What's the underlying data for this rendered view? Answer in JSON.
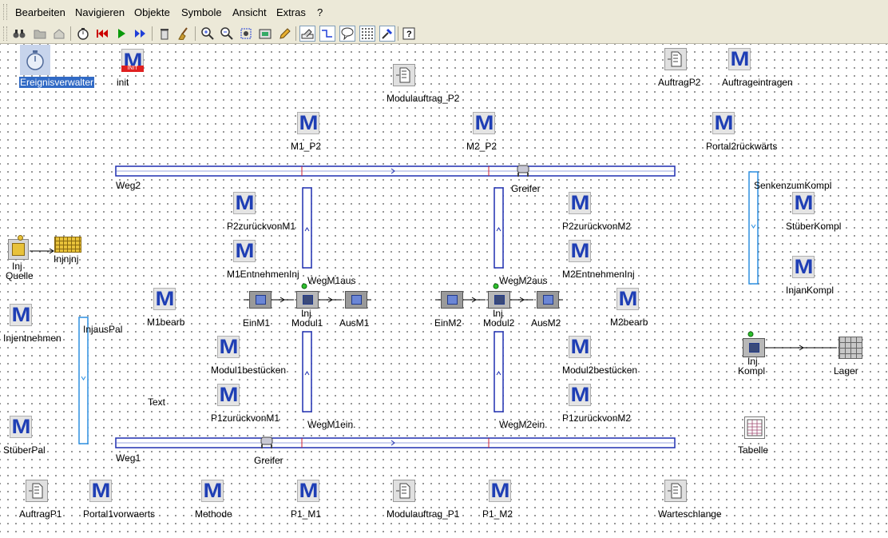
{
  "menubar": {
    "items": [
      "Bearbeiten",
      "Navigieren",
      "Objekte",
      "Symbole",
      "Ansicht",
      "Extras",
      "?"
    ]
  },
  "toolbar": {
    "icons": [
      "binoculars-icon",
      "folder-icon",
      "home-icon",
      "stopwatch-icon",
      "rewind-icon",
      "play-icon",
      "fast-forward-icon",
      "delete-icon",
      "broom-icon",
      "zoom-in-icon",
      "zoom-out-icon",
      "zoom-fit-icon",
      "save-image-icon",
      "pencil-icon",
      "edit-icon",
      "connector-icon",
      "comment-icon",
      "grid-icon",
      "tool-icon",
      "help-icon"
    ]
  },
  "canvas": {
    "objects": {
      "ereignisverwalter": "Ereignisverwalter",
      "init": "init",
      "modulauftrag_p2": "Modulauftrag_P2",
      "auftragp2": "AuftragP2",
      "auftrageintragen": "Auftrageintragen",
      "m1_p2": "M1_P2",
      "m2_p2": "M2_P2",
      "portal2rueck": "Portal2rückwärts",
      "weg2": "Weg2",
      "greifer2": "Greifer",
      "senkenzumkompl": "SenkenzumKompl",
      "p2zurueckvonm1": "P2zurückvonM1",
      "p2zurueckvonm2": "P2zurückvonM2",
      "stueberkompl": "StüberKompl",
      "inj_quelle_1": "Inj",
      "inj_quelle_2": "Quelle",
      "injnjnj": "Injnjnj",
      "m1entnehmeninj": "M1EntnehmenInj",
      "m2entnehmeninj": "M2EntnehmenInj",
      "injankompl": "InjanKompl",
      "wegm1aus": "WegM1aus",
      "wegm2aus": "WegM2aus",
      "injentnehmen": "Injentnehmen",
      "injauspal": "InjausPal",
      "m1bearb": "M1bearb",
      "einm1": "EinM1",
      "inj_modul1_1": "Inj",
      "inj_modul1_2": "Modul1",
      "ausm1": "AusM1",
      "einm2": "EinM2",
      "inj_modul2_1": "Inj",
      "inj_modul2_2": "Modul2",
      "ausm2": "AusM2",
      "m2bearb": "M2bearb",
      "inj_kompl_1": "Inj",
      "inj_kompl_2": "Kompl",
      "lager": "Lager",
      "modul1bestuecken": "Modul1bestücken",
      "modul2bestuecken": "Modul2bestücken",
      "text": "Text",
      "p1zurueckvonm1": "P1zurückvonM1",
      "p1zurueckvonm2": "P1zurückvonM2",
      "wegm1ein": "WegM1ein.",
      "wegm2ein": "WegM2ein.",
      "stueberpal": "StüberPal",
      "tabelle": "Tabelle",
      "weg1": "Weg1",
      "greifer1": "Greifer",
      "auftragp1": "AuftragP1",
      "portal1vorwaerts": "Portal1vorwaerts",
      "methode": "Methode",
      "p1_m1": "P1_M1",
      "modulauftrag_p1": "Modulauftrag_P1",
      "p1_m2": "P1_M2",
      "warteschlange": "Warteschlange"
    },
    "method_glyph": "M",
    "init_badge": "INIT"
  },
  "colors": {
    "track_blue": "#1f2fb0",
    "method_blue": "#1f3fb5",
    "selection": "#316ac5",
    "chrome": "#ece9d8"
  }
}
